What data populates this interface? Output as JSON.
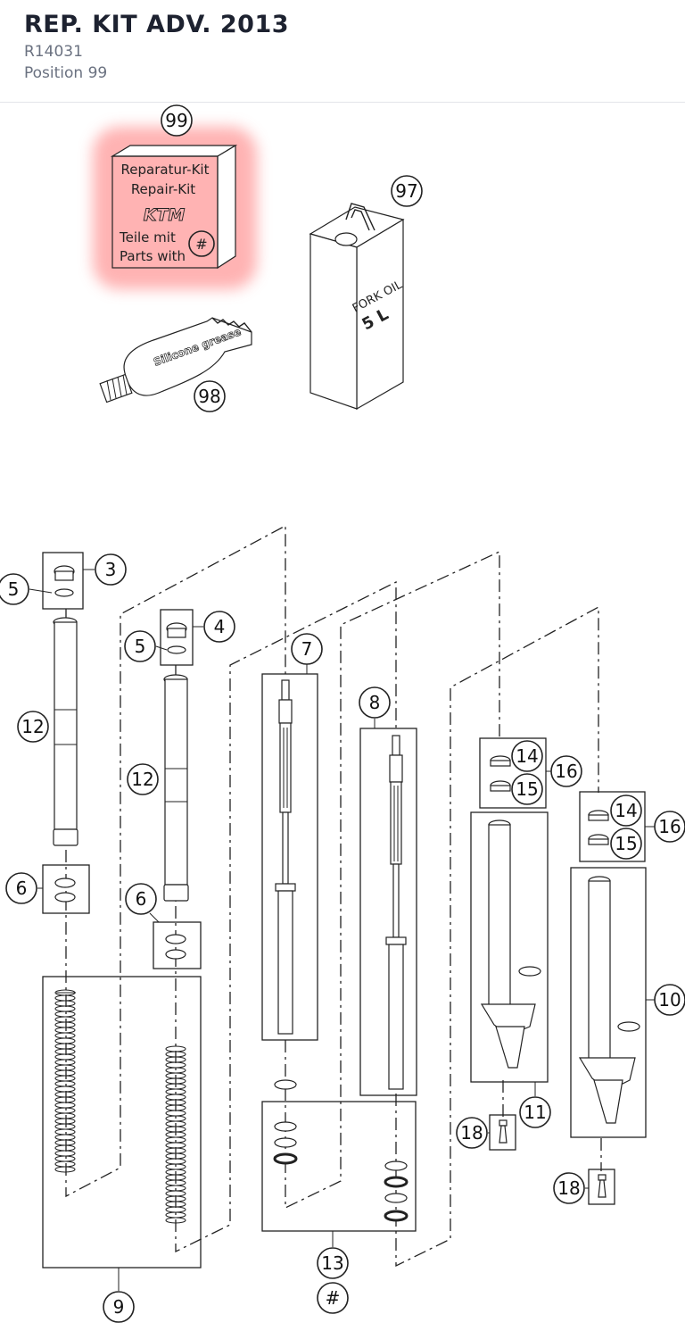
{
  "header": {
    "title": "REP. KIT ADV. 2013",
    "part_number": "R14031",
    "position": "Position 99"
  },
  "diagram": {
    "highlight_color": "#ff9a9a",
    "kit_box": {
      "line1": "Reparatur-Kit",
      "line2": "Repair-Kit",
      "brand": "KTM",
      "line3": "Teile mit",
      "line4": "Parts with",
      "mark": "#"
    },
    "oil_can": {
      "line1": "FORK OIL",
      "line2": "5 L"
    },
    "grease_tube": {
      "label": "Silicone grease"
    },
    "callouts": {
      "c99": "99",
      "c97": "97",
      "c98": "98",
      "c3": "3",
      "c5a": "5",
      "c4": "4",
      "c5b": "5",
      "c12a": "12",
      "c12b": "12",
      "c6a": "6",
      "c6b": "6",
      "c7": "7",
      "c8": "8",
      "c9": "9",
      "c13": "13",
      "chash": "#",
      "c14a": "14",
      "c15a": "15",
      "c16a": "16",
      "c14b": "14",
      "c15b": "15",
      "c16b": "16",
      "c10": "10",
      "c11": "11",
      "c18a": "18",
      "c18b": "18"
    }
  }
}
